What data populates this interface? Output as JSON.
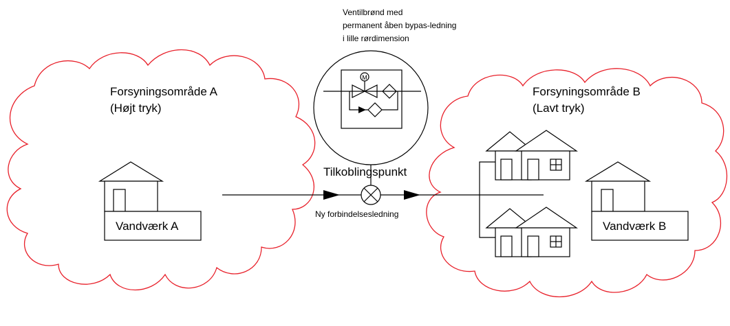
{
  "valve_chamber": {
    "caption_line1": "Ventilbrønd med",
    "caption_line2": "permanent åben bypas-ledning",
    "caption_line3": "i lille rørdimension",
    "motor_mark": "M"
  },
  "area_a": {
    "title": "Forsyningsområde A",
    "subtitle": "(Højt tryk)",
    "waterworks_label": "Vandværk A"
  },
  "area_b": {
    "title": "Forsyningsområde B",
    "subtitle": "(Lavt tryk)",
    "waterworks_label": "Vandværk B"
  },
  "connection": {
    "point_label": "Tilkoblingspunkt",
    "new_line_label": "Ny forbindelsesledning"
  },
  "colors": {
    "cloud_outline": "#e8202a",
    "lines": "#000000"
  }
}
